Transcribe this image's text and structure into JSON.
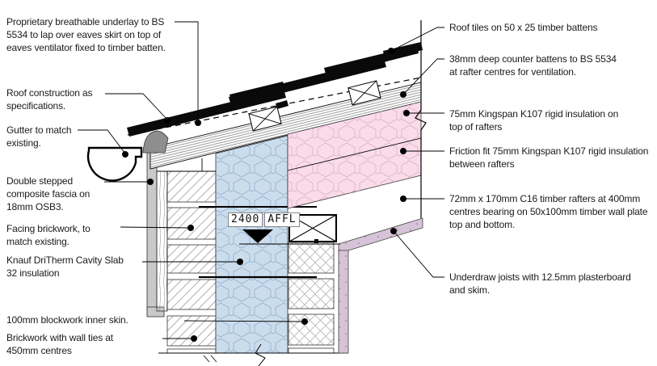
{
  "figure": {
    "type": "construction-detail-section",
    "subject": "Roof eaves construction detail"
  },
  "level_marker": {
    "value": "2400",
    "datum": "AFFL"
  },
  "annotations": {
    "left": [
      {
        "id": "breathable-underlay",
        "lines": [
          "Proprietary breathable underlay to BS",
          "5534 to lap over eaves skirt on top of",
          "eaves ventilator fixed to timber batten."
        ]
      },
      {
        "id": "roof-construction",
        "lines": [
          "Roof construction as",
          "specifications."
        ]
      },
      {
        "id": "gutter",
        "lines": [
          "Gutter to match",
          "existing."
        ]
      },
      {
        "id": "fascia",
        "lines": [
          "Double stepped",
          "composite fascia on",
          "18mm OSB3."
        ]
      },
      {
        "id": "facing-brickwork",
        "lines": [
          "Facing brickwork, to",
          "match existing."
        ]
      },
      {
        "id": "cavity-insulation",
        "lines": [
          "Knauf DriTherm Cavity Slab",
          "32 insulation"
        ]
      },
      {
        "id": "blockwork",
        "lines": [
          "100mm blockwork inner skin."
        ]
      },
      {
        "id": "wall-ties",
        "lines": [
          "Brickwork with wall ties at",
          "450mm centres"
        ]
      }
    ],
    "right": [
      {
        "id": "roof-tiles",
        "lines": [
          "Roof tiles on 50 x 25 timber battens"
        ]
      },
      {
        "id": "counter-battens",
        "lines": [
          "38mm deep counter battens to BS 5534",
          "at rafter centres for ventilation."
        ]
      },
      {
        "id": "insulation-over-rafters",
        "lines": [
          "75mm Kingspan K107 rigid insulation on",
          "top of rafters"
        ]
      },
      {
        "id": "insulation-between-rafters",
        "lines": [
          "Friction fit 75mm Kingspan K107 rigid insulation",
          "between rafters"
        ]
      },
      {
        "id": "rafters",
        "lines": [
          "72mm x 170mm C16 timber rafters at 400mm",
          "centres bearing on 50x100mm timber wall plate",
          "top and bottom."
        ]
      },
      {
        "id": "underdraw-joists",
        "lines": [
          "Underdraw joists with 12.5mm plasterboard",
          "and skim."
        ]
      }
    ]
  },
  "colors": {
    "insulation_blue": "#cbdded",
    "insulation_blue_line": "#93aecb",
    "insulation_pink": "#f9dbe9",
    "insulation_pink_line": "#dfafc9",
    "plasterboard_mauve": "#d6c3d8",
    "fascia_gray": "#c9c9c9",
    "eaves_piece_gray": "#8e8e8e",
    "tile_black": "#0a0a0a",
    "line_black": "#000000",
    "hatch_gray": "#9a9a9a"
  }
}
